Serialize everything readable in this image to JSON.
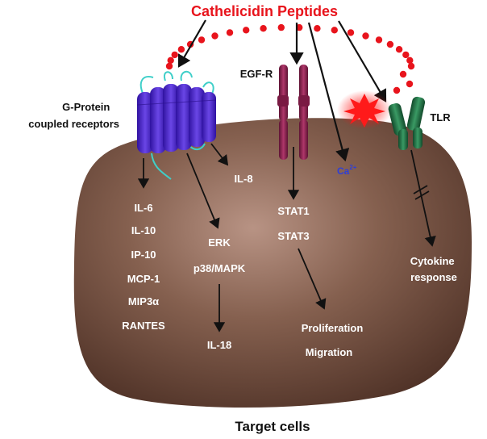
{
  "title": "Cathelicidin Peptides",
  "footer": "Target cells",
  "colors": {
    "title": "#e8141c",
    "cell": "#7a5546",
    "gpcr": "#4b22c4",
    "egfr": "#8c2050",
    "tlr": "#1f6e43",
    "calcium": "#2f3fd6",
    "dots": "#e8141c"
  },
  "receptors": {
    "gpcr": "G-Protein\ncoupled receptors",
    "egfr": "EGF-R",
    "tlr": "TLR"
  },
  "gpcr_outputs": {
    "cytokines": [
      "IL-6",
      "IL-10",
      "IP-10",
      "MCP-1",
      "MIP3α",
      "RANTES"
    ],
    "il8": "IL-8",
    "erk": "ERK",
    "p38": "p38/MAPK",
    "il18": "IL-18"
  },
  "egfr_outputs": {
    "stat1": "STAT1",
    "stat3": "STAT3",
    "proliferation": "Proliferation",
    "migration": "Migration"
  },
  "calcium": {
    "base": "Ca",
    "superscript": "2+"
  },
  "tlr_outputs": {
    "response": "Cytokine\nresponse"
  }
}
